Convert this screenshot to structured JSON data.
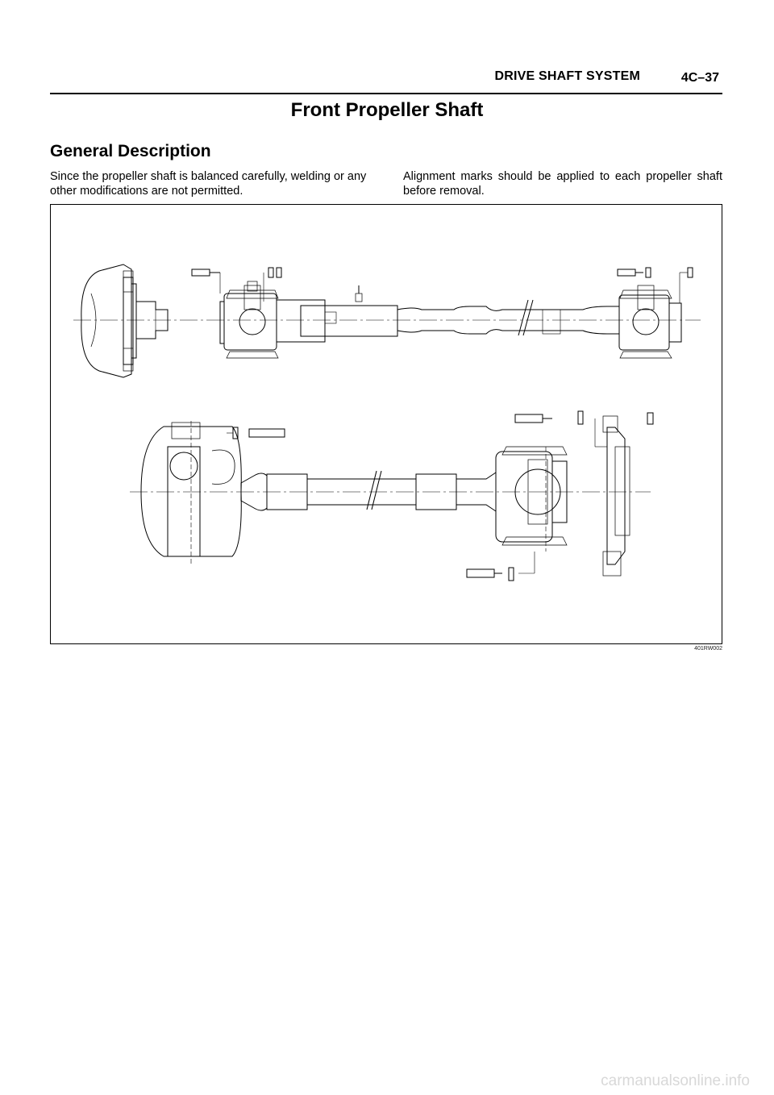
{
  "header": {
    "section_title": "DRIVE SHAFT SYSTEM",
    "page_number": "4C–37"
  },
  "title": "Front Propeller Shaft",
  "section": {
    "heading": "General Description",
    "left_paragraph": "Since the propeller shaft is balanced carefully, welding or any other modifications are not permitted.",
    "right_paragraph": "Alignment marks should be applied to each propeller shaft before removal."
  },
  "figure": {
    "figure_id": "401RW002"
  },
  "footer": {
    "watermark": "carmanualsonline.info"
  }
}
